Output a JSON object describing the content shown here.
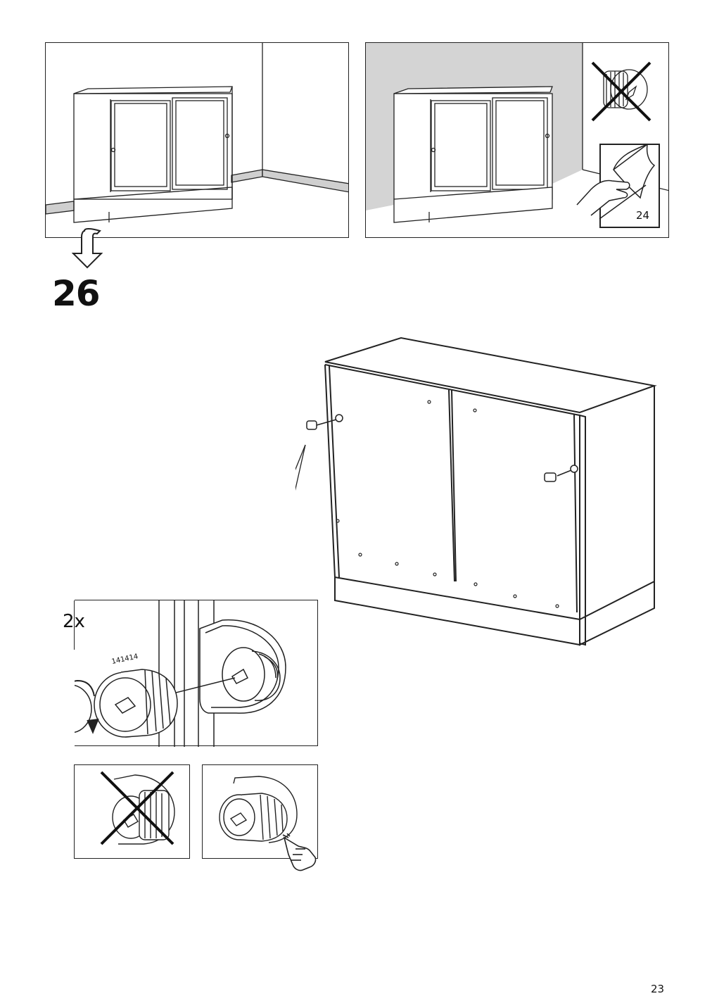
{
  "step": {
    "number": "26",
    "quantity_label": "2x",
    "part_number": "141414"
  },
  "reference": {
    "page_number": "24"
  },
  "page": {
    "number": "23"
  },
  "colors": {
    "line": "#222222",
    "wall_gray": "#d4d4d4"
  }
}
